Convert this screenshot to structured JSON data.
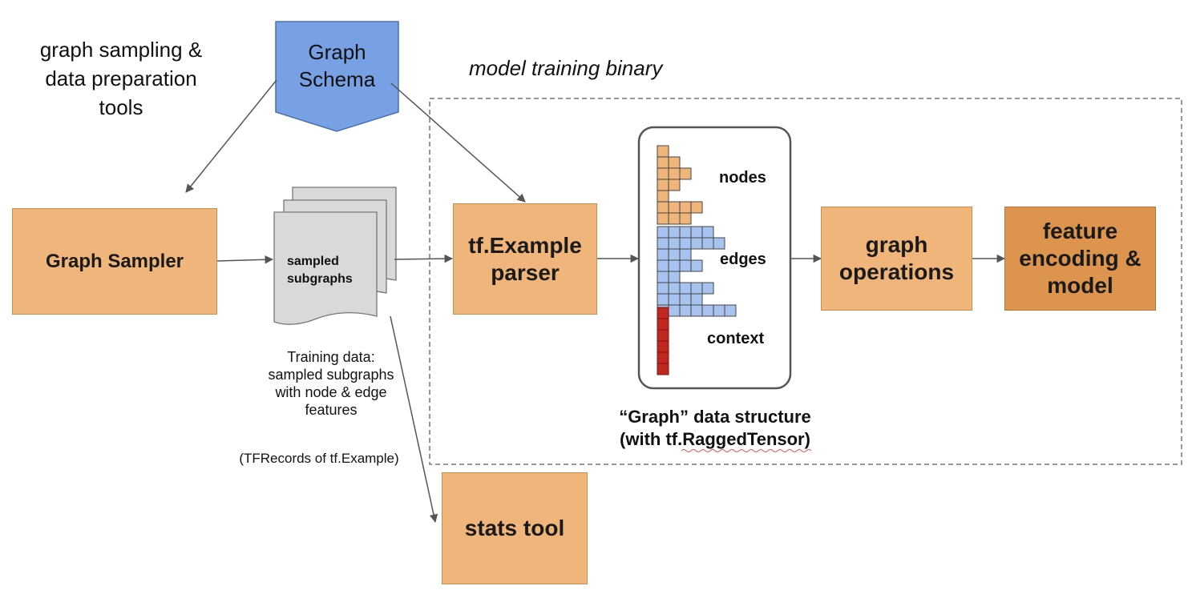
{
  "left_caption": [
    "graph sampling &",
    "data preparation",
    "tools"
  ],
  "schema_label": [
    "Graph",
    "Schema"
  ],
  "binary_label": "model training binary",
  "sampler_label": "Graph Sampler",
  "subgraphs_label": [
    "sampled",
    "subgraphs"
  ],
  "training_data_note": [
    "Training data:",
    "sampled subgraphs",
    "with node & edge",
    "features"
  ],
  "tfrecords_note": "(TFRecords of tf.Example)",
  "parser_label": [
    "tf.Example",
    "parser"
  ],
  "graph_ops_label": [
    "graph",
    "operations"
  ],
  "feature_label": [
    "feature",
    "encoding &",
    "model"
  ],
  "stats_label": "stats tool",
  "tensor_rows": {
    "nodes": {
      "label": "nodes",
      "row_lengths": [
        1,
        2,
        3,
        2,
        1,
        4,
        3
      ],
      "color": "#f0b57a"
    },
    "edges": {
      "label": "edges",
      "row_lengths": [
        5,
        6,
        3,
        4,
        2,
        5,
        4,
        7
      ],
      "color": "#a9c3f0"
    },
    "context": {
      "label": "context",
      "row_lengths": [
        1,
        1,
        1,
        1,
        1,
        1
      ],
      "color": "#c0271e"
    }
  },
  "graph_struct_caption": [
    "“Graph” data structure",
    "(with tf.RaggedTensor)"
  ],
  "colors": {
    "box_fill": "#f0b57a",
    "box_dark": "#dc944f",
    "schema_fill": "#78a0e4",
    "doc_fill": "#d9d9d9",
    "arrow": "#555555"
  }
}
